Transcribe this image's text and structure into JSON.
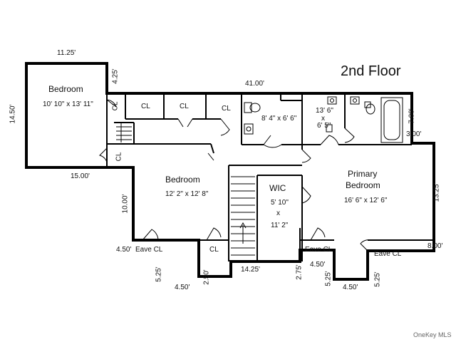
{
  "title": "2nd Floor",
  "rooms": {
    "bedroom1": {
      "name": "Bedroom",
      "size": "10' 10\" x 13' 11\""
    },
    "bath1": {
      "size": "8' 4\" x 6' 6\""
    },
    "bath2": {
      "size_line1": "13' 6\"",
      "size_line2": "x",
      "size_line3": "6' 5\""
    },
    "bedroom2": {
      "name": "Bedroom",
      "size": "12' 2\" x 12' 8\""
    },
    "wic": {
      "name": "WIC",
      "line1": "5' 10\"",
      "line2": "x",
      "line3": "11' 2\""
    },
    "primary": {
      "name_line1": "Primary",
      "name_line2": "Bedroom",
      "size": "16' 6\" x 12' 6\""
    }
  },
  "closets": {
    "cl_a": "CL",
    "cl_b": "CL",
    "cl_c": "CL",
    "cl_d": "CL",
    "cl_side": "CL",
    "cl_small": "CL",
    "eave_left": "Eave CL",
    "eave_mid": "Eave CL",
    "eave_right": "Eave CL"
  },
  "dims": {
    "top_left_w": "11.25'",
    "left_h": "14.50'",
    "notch_h": "4.25'",
    "top_w": "41.00'",
    "ledge_w": "15.00'",
    "right_top_h": "7.00'",
    "right_step": "3.00'",
    "right_h": "13.25'",
    "bottom_right_w": "8.00'",
    "left_mid_h": "10.00'",
    "left_bottom_w": "4.50'",
    "left_down_h": "5.25'",
    "bottom_a_w": "4.50'",
    "bottom_b_h": "2.50'",
    "bottom_mid_w": "14.25'",
    "bottom_c_h": "2.75'",
    "bottom_d_w": "4.50'",
    "bottom_e_h": "5.25'",
    "bottom_f_w": "4.50'",
    "bottom_g_h": "5.25'"
  },
  "watermark": "OneKey MLS"
}
